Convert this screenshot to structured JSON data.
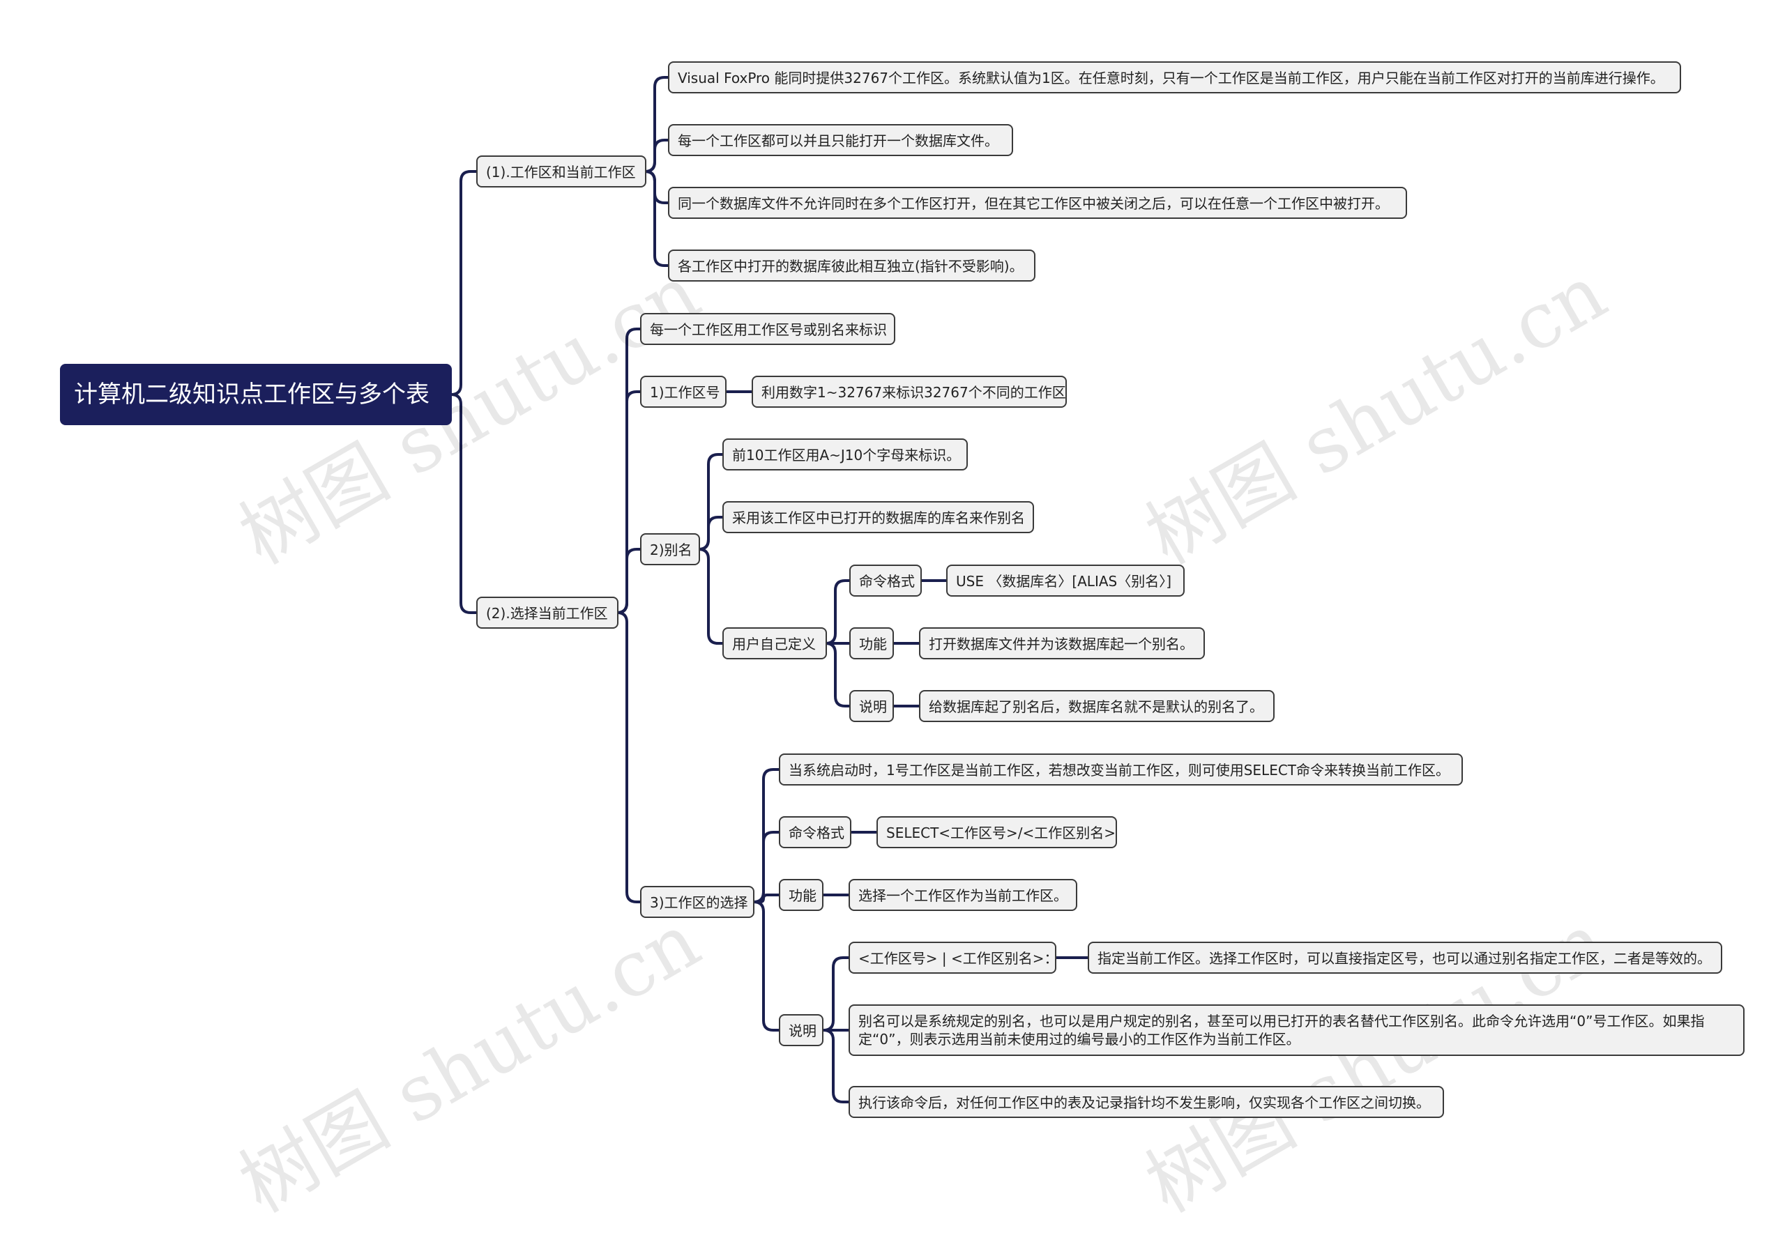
{
  "root": "计算机二级知识点工作区与多个表",
  "watermark": "树图 shutu.cn",
  "colors": {
    "root_bg": "#1b1f5c",
    "link": "#1a1f4e",
    "node_bg": "#f1f1f1"
  },
  "s1": {
    "label": "(1).工作区和当前工作区",
    "items": [
      "Visual FoxPro 能同时提供32767个工作区。系统默认值为1区。在任意时刻，只有一个工作区是当前工作区，用户只能在当前工作区对打开的当前库进行操作。",
      "每一个工作区都可以并且只能打开一个数据库文件。",
      "同一个数据库文件不允许同时在多个工作区打开，但在其它工作区中被关闭之后，可以在任意一个工作区中被打开。",
      "各工作区中打开的数据库彼此相互独立(指针不受影响)。"
    ]
  },
  "s2": {
    "label": "(2).选择当前工作区",
    "intro": "每一个工作区用工作区号或别名来标识",
    "num": {
      "label": "1)工作区号",
      "desc": "利用数字1~32767来标识32767个不同的工作区"
    },
    "alias": {
      "label": "2)别名",
      "items": [
        "前10工作区用A~J10个字母来标识。",
        "采用该工作区中已打开的数据库的库名来作别名"
      ],
      "user": {
        "label": "用户自己定义",
        "cmd_label": "命令格式",
        "cmd_value": "USE 〈数据库名〉[ALIAS〈别名〉]",
        "func_label": "功能",
        "func_value": "打开数据库文件并为该数据库起一个别名。",
        "note_label": "说明",
        "note_value": "给数据库起了别名后，数据库名就不是默认的别名了。"
      }
    },
    "select": {
      "label": "3)工作区的选择",
      "intro": "当系统启动时，1号工作区是当前工作区，若想改变当前工作区，则可使用SELECT命令来转换当前工作区。",
      "cmd_label": "命令格式",
      "cmd_value": "SELECT<工作区号>/<工作区别名>",
      "func_label": "功能",
      "func_value": "选择一个工作区作为当前工作区。",
      "note_label": "说明",
      "note_sub_label": "<工作区号> | <工作区别名>：",
      "note_sub_value": "指定当前工作区。选择工作区时，可以直接指定区号，也可以通过别名指定工作区，二者是等效的。",
      "note_alias": "别名可以是系统规定的别名，也可以是用户规定的别名，甚至可以用已打开的表名替代工作区别名。此命令允许选用“0”号工作区。如果指定“0”，则表示选用当前未使用过的编号最小的工作区作为当前工作区。",
      "note_switch": "执行该命令后，对任何工作区中的表及记录指针均不发生影响，仅实现各个工作区之间切换。"
    }
  }
}
